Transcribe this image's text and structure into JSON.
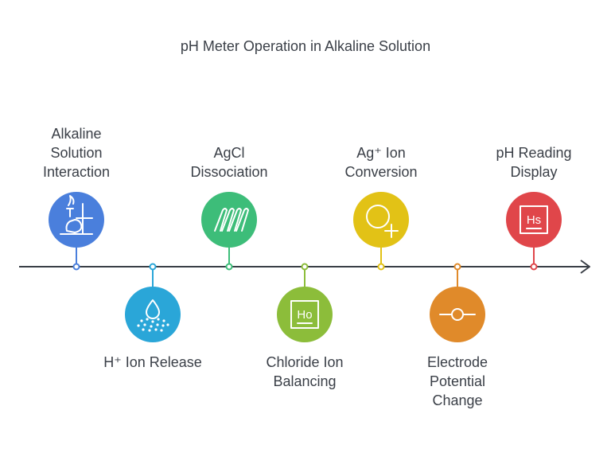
{
  "title": "pH Meter Operation in Alkaline Solution",
  "steps": [
    {
      "id": "alkaline-solution-interaction",
      "lines": [
        "Alkaline",
        "Solution",
        "Interaction"
      ],
      "position": "above",
      "color": "#4a7fdc",
      "icon": "bunsen-burner-flask-icon"
    },
    {
      "id": "h-ion-release",
      "lines": [
        "H⁺ Ion Release"
      ],
      "position": "below",
      "color": "#2aa6d8",
      "icon": "drop-dissolving-icon"
    },
    {
      "id": "agcl-dissociation",
      "lines": [
        "AgCl",
        "Dissociation"
      ],
      "position": "above",
      "color": "#3dbd79",
      "icon": "coil-icon"
    },
    {
      "id": "chloride-ion-balancing",
      "lines": [
        "Chloride Ion",
        "Balancing"
      ],
      "position": "below",
      "color": "#8cbd3a",
      "icon": "holmium-element-icon"
    },
    {
      "id": "ag-ion-conversion",
      "lines": [
        "Ag⁺ Ion",
        "Conversion"
      ],
      "position": "above",
      "color": "#e2c216",
      "icon": "circle-plus-icon"
    },
    {
      "id": "electrode-potential-change",
      "lines": [
        "Electrode",
        "Potential",
        "Change"
      ],
      "position": "below",
      "color": "#e08a2a",
      "icon": "node-line-icon"
    },
    {
      "id": "ph-reading-display",
      "lines": [
        "pH Reading",
        "Display"
      ],
      "position": "above",
      "color": "#e0464a",
      "icon": "hassium-element-icon"
    }
  ],
  "element_labels": {
    "holmium": "Ho",
    "hassium": "Hs"
  }
}
